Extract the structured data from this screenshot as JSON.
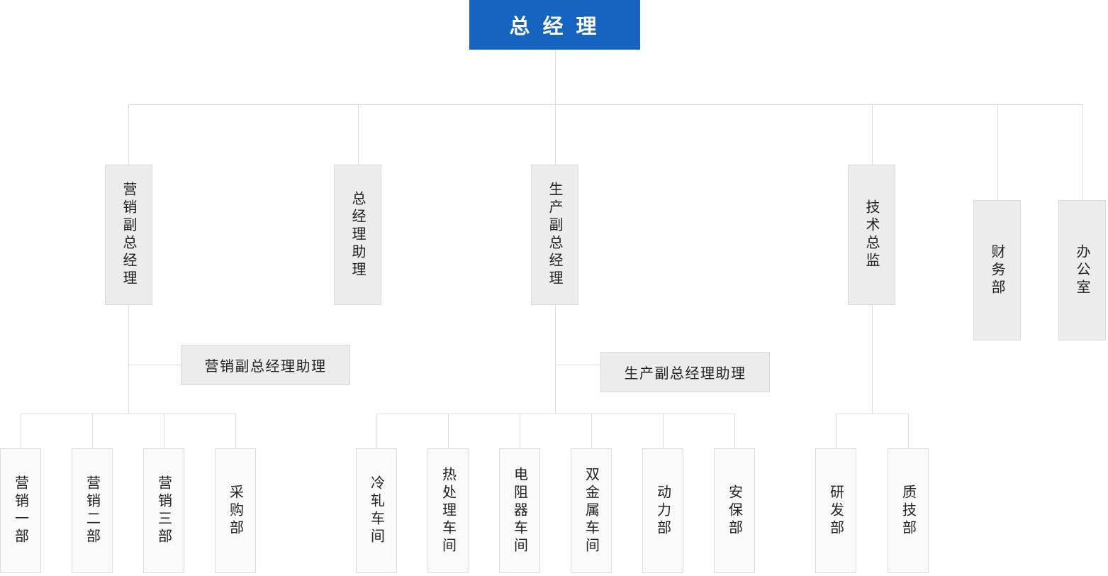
{
  "colors": {
    "accent_blue": "#1565c0",
    "connector_line": "#dcdcdc",
    "manager_box_fill": "#ececec",
    "manager_box_border": "#d9d9d9",
    "leaf_box_fill": "#fafafa",
    "leaf_box_border": "#dcdcdc",
    "text": "#222222",
    "root_text": "#ffffff"
  },
  "org": {
    "root": {
      "label": "总 经 理"
    },
    "level2": {
      "marketing_vgm": "营销副总经理",
      "gm_assistant": "总经理助理",
      "production_vgm": "生产副总经理",
      "tech_director": "技术总监",
      "finance_dept": "财务部",
      "office": "办公室"
    },
    "assistants": {
      "marketing_vgm_assistant": "营销副总经理助理",
      "production_vgm_assistant": "生产副总经理助理"
    },
    "departments": {
      "sales_1": "营销一部",
      "sales_2": "营销二部",
      "sales_3": "营销三部",
      "purchasing": "采购部",
      "cold_rolling": "冷轧车间",
      "heat_treatment": "热处理车间",
      "resistor": "电阻器车间",
      "bimetal": "双金属车间",
      "power": "动力部",
      "security": "安保部",
      "rnd": "研发部",
      "quality_tech": "质技部"
    }
  }
}
